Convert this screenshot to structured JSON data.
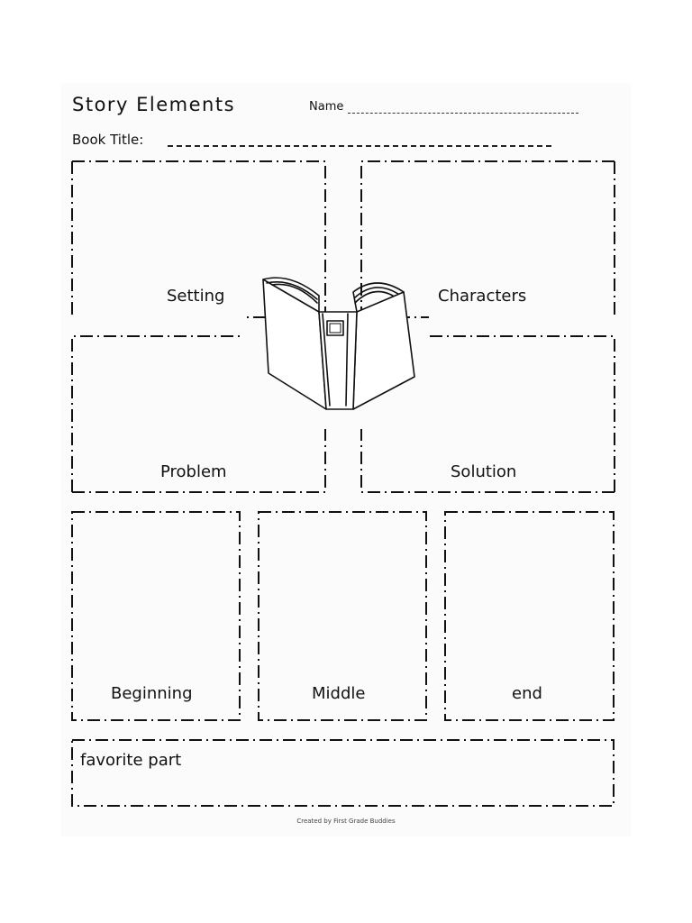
{
  "header": {
    "title": "Story Elements",
    "name_label": "Name",
    "book_title_label": "Book Title:"
  },
  "boxes": {
    "setting": "Setting",
    "characters": "Characters",
    "problem": "Problem",
    "solution": "Solution",
    "beginning": "Beginning",
    "middle": "Middle",
    "end": "end",
    "favorite": "favorite part"
  },
  "footer": {
    "credit": "Created by First Grade Buddies"
  },
  "icons": {
    "center": "open-book-icon"
  },
  "colors": {
    "line": "#111111",
    "paper": "#fbfbfb"
  }
}
